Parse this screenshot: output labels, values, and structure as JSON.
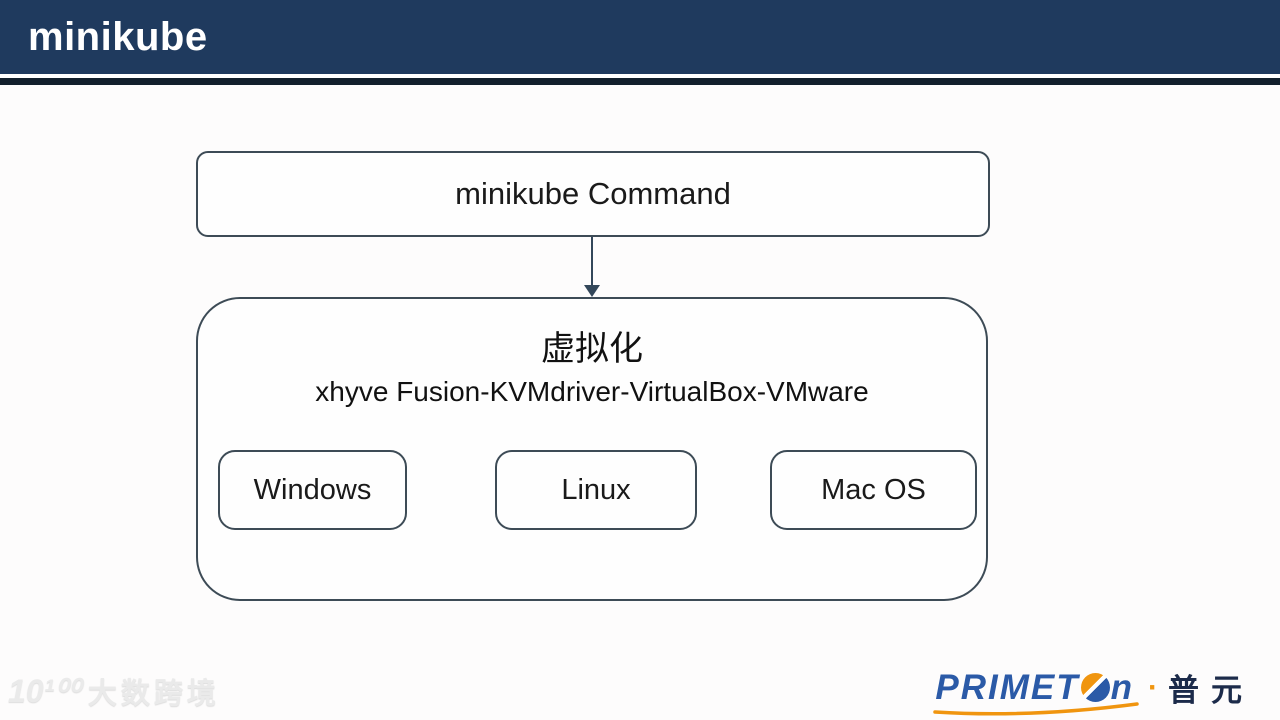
{
  "header": {
    "title": "minikube"
  },
  "diagram": {
    "command_label": "minikube Command",
    "virtualization_title": "虚拟化",
    "virtualization_subtitle": "xhyve Fusion-KVMdriver-VirtualBox-VMware",
    "os": [
      "Windows",
      "Linux",
      "Mac OS"
    ]
  },
  "footer": {
    "watermark_logo": "10¹⁰⁰",
    "watermark_text": "大数跨境",
    "brand_primary": "PRIMET",
    "brand_last_letter": "n",
    "brand_separator": "·",
    "brand_cn": "普元"
  },
  "icons": {
    "arrow_down": "arrow-down",
    "brand_ball": "primeton-ball",
    "brand_swoosh": "orange-swoosh"
  },
  "colors": {
    "header_bg": "#1f3a5e",
    "header_text": "#ffffff",
    "stripe_white": "#ffffff",
    "stripe_dark": "#121f2c",
    "box_border": "#3d4b56",
    "arrow": "#33475a",
    "text": "#1a1a1a",
    "brand_blue": "#2b5aa7",
    "brand_orange": "#f0950f",
    "brand_cn_text": "#1c2b4a",
    "watermark": "#eaeaea"
  }
}
